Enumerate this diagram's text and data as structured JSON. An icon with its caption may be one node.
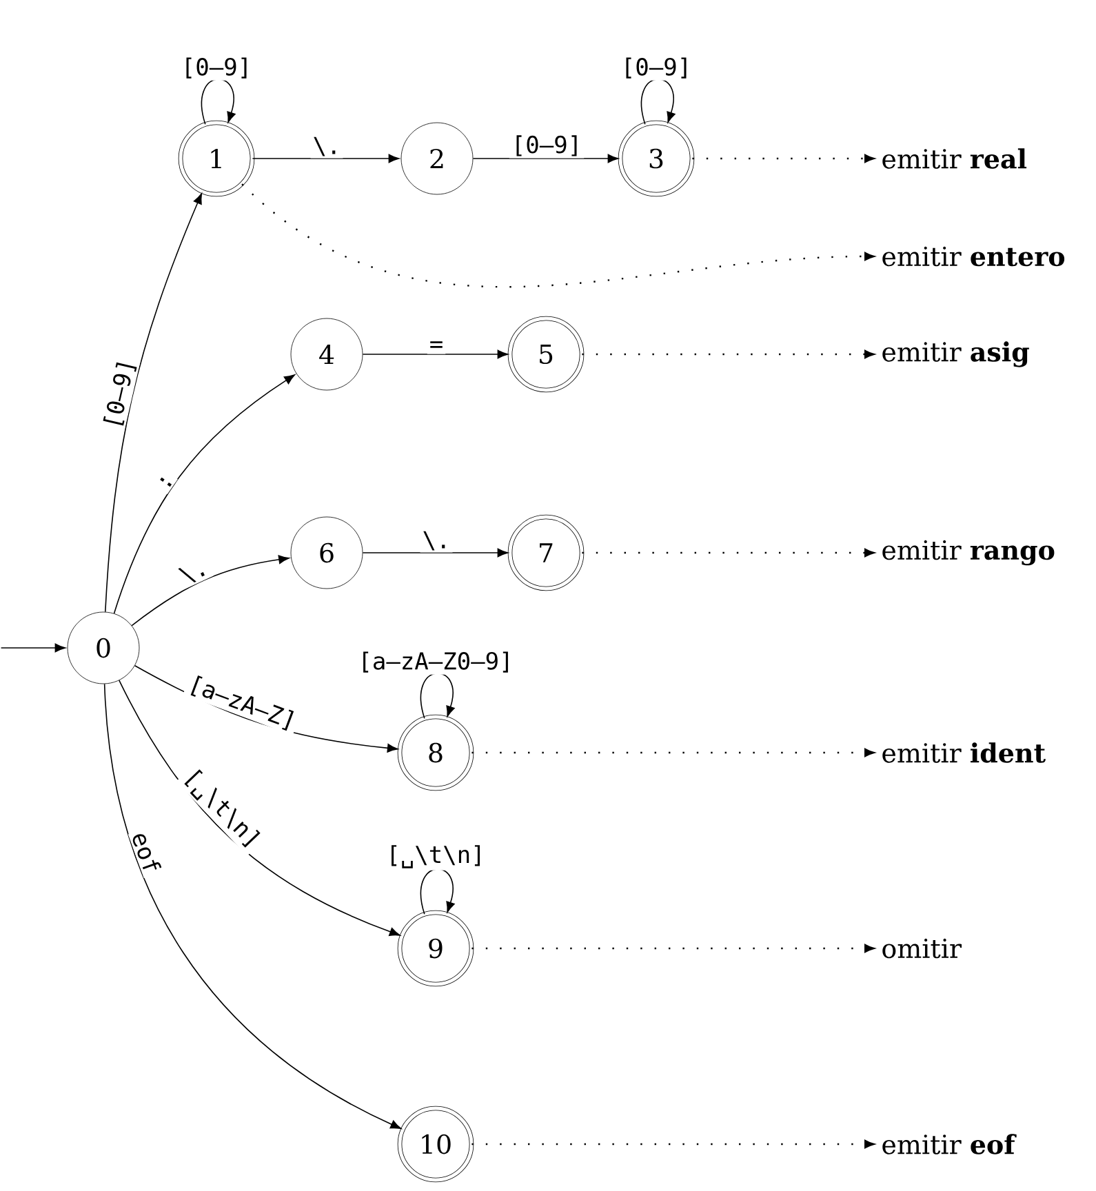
{
  "diagram": {
    "nodes": [
      {
        "text": [
          "0"
        ]
      },
      {
        "text": [
          "1"
        ]
      },
      {
        "text": [
          "2"
        ]
      },
      {
        "text": [
          "3"
        ]
      },
      {
        "text": [
          "4"
        ]
      },
      {
        "text": [
          "5"
        ]
      },
      {
        "text": [
          "6"
        ]
      },
      {
        "text": [
          "7"
        ]
      },
      {
        "text": [
          "8"
        ]
      },
      {
        "text": [
          "9"
        ]
      },
      {
        "text": [
          "10"
        ]
      },
      {
        "text": [
          "emitir **real**"
        ]
      },
      {
        "text": [
          "emitir **entero**"
        ]
      },
      {
        "text": [
          "emitir **asig**"
        ]
      },
      {
        "text": [
          "emitir **rango**"
        ]
      },
      {
        "text": [
          "emitir **ident**"
        ]
      },
      {
        "text": [
          "omitir"
        ]
      },
      {
        "text": [
          "emitir **eof**"
        ]
      }
    ],
    "edges": [
      {
        "from": null,
        "to": 0,
        "arrow": "to"
      },
      {
        "from": 0,
        "to": 1,
        "arrow": "to",
        "label": "[0–9]"
      },
      {
        "from": 1,
        "to": 1,
        "arrow": "to",
        "label": "[0–9]"
      },
      {
        "from": 1,
        "to": 2,
        "arrow": "to",
        "label": "\\."
      },
      {
        "from": 2,
        "to": 3,
        "arrow": "to",
        "label": "[0–9]"
      },
      {
        "from": 3,
        "to": 3,
        "arrow": "to",
        "label": "[0–9]"
      },
      {
        "from": 0,
        "to": 4,
        "arrow": "to",
        "label": ":"
      },
      {
        "from": 4,
        "to": 5,
        "arrow": "to",
        "label": "="
      },
      {
        "from": 0,
        "to": 6,
        "arrow": "to",
        "label": "\\."
      },
      {
        "from": 6,
        "to": 7,
        "arrow": "to",
        "label": "\\."
      },
      {
        "from": 0,
        "to": 8,
        "arrow": "to",
        "label": "[a–zA–Z]"
      },
      {
        "from": 8,
        "to": 8,
        "arrow": "to",
        "label": "[a–zA–Z0–9]"
      },
      {
        "from": 0,
        "to": 9,
        "arrow": "to",
        "label": "[␣\\t\\n]"
      },
      {
        "from": 9,
        "to": 9,
        "arrow": "to",
        "label": "[␣\\t\\n]"
      },
      {
        "from": 0,
        "to": 10,
        "arrow": "to",
        "label": "eof"
      },
      {
        "from": 3,
        "to": 11,
        "arrow": "to",
        "style": "dashed"
      },
      {
        "from": 1,
        "to": 12,
        "arrow": "to",
        "style": "dashed"
      },
      {
        "from": 5,
        "to": 13,
        "arrow": "to",
        "style": "dashed"
      },
      {
        "from": 7,
        "to": 14,
        "arrow": "to",
        "style": "dashed"
      },
      {
        "from": 8,
        "to": 15,
        "arrow": "to",
        "style": "dashed"
      },
      {
        "from": 9,
        "to": 16,
        "arrow": "to",
        "style": "dashed"
      },
      {
        "from": 10,
        "to": 17,
        "arrow": "to",
        "style": "dashed"
      }
    ]
  }
}
